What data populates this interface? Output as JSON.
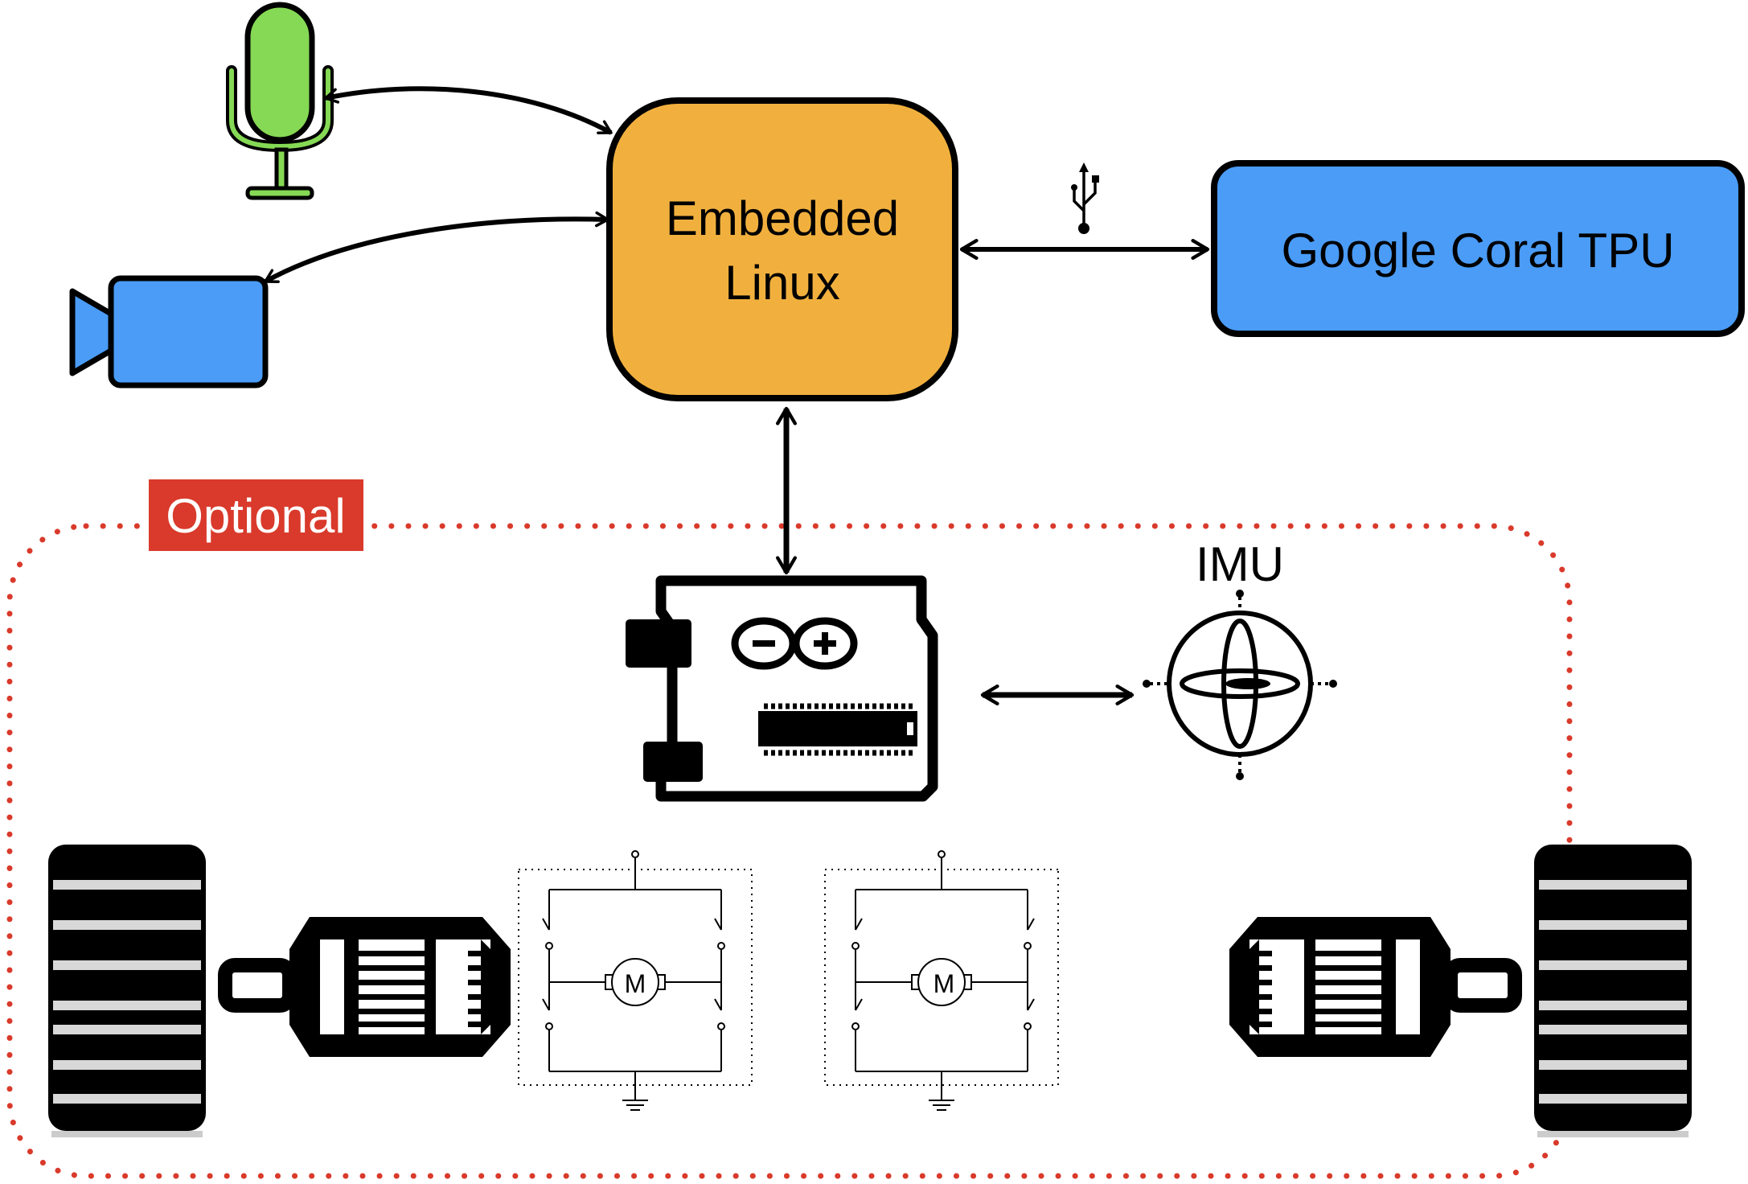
{
  "labels": {
    "embedded_line1": "Embedded",
    "embedded_line2": "Linux",
    "coral": "Google Coral TPU",
    "optional": "Optional",
    "imu": "IMU",
    "motor_letter": "M"
  },
  "colors": {
    "embedded_fill": "#F1B03E",
    "coral_fill": "#4A9CF7",
    "camera_fill": "#4A9CF7",
    "microphone_fill": "#85D954",
    "optional_border": "#D93A2B",
    "optional_tag_fill": "#D93A2B",
    "stroke": "#000000"
  },
  "icons": {
    "microphone": "microphone-icon",
    "camera": "camera-icon",
    "usb": "usb-icon",
    "arduino": "arduino-board-icon",
    "imu": "gyroscope-icon",
    "wheel": "wheel-icon",
    "motor": "dc-motor-icon",
    "h_bridge": "h-bridge-icon"
  }
}
